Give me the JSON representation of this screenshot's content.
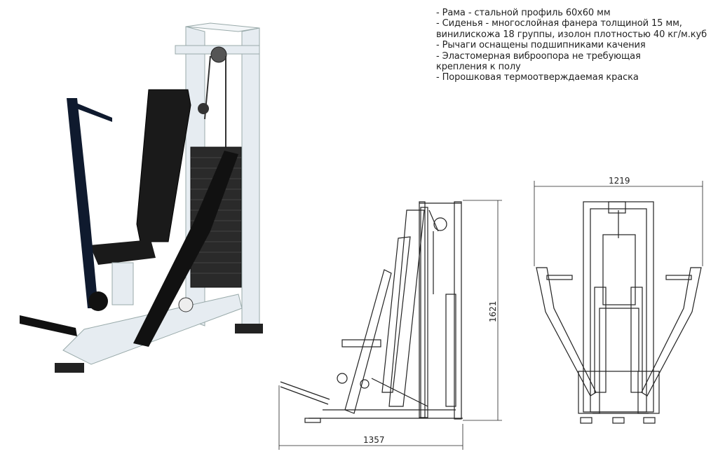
{
  "specs": [
    "- Рама - стальной профиль 60х60 мм",
    "- Сиденья - многослойная фанера толщиной 15 мм,",
    "винилискожа 18 группы, изолон плотностью 40 кг/м.куб",
    "- Рычаги оснащены подшипниками качения",
    "- Эластомерная виброопора не требующая",
    "крепления к полу",
    "- Порошковая термоотверждаемая краска"
  ],
  "dimensions": {
    "width": "1219",
    "height": "1621",
    "length": "1357"
  },
  "colors": {
    "frame": "#e8edf2",
    "upholstery": "#1a1a1a",
    "levers": "#0f1a2e"
  }
}
